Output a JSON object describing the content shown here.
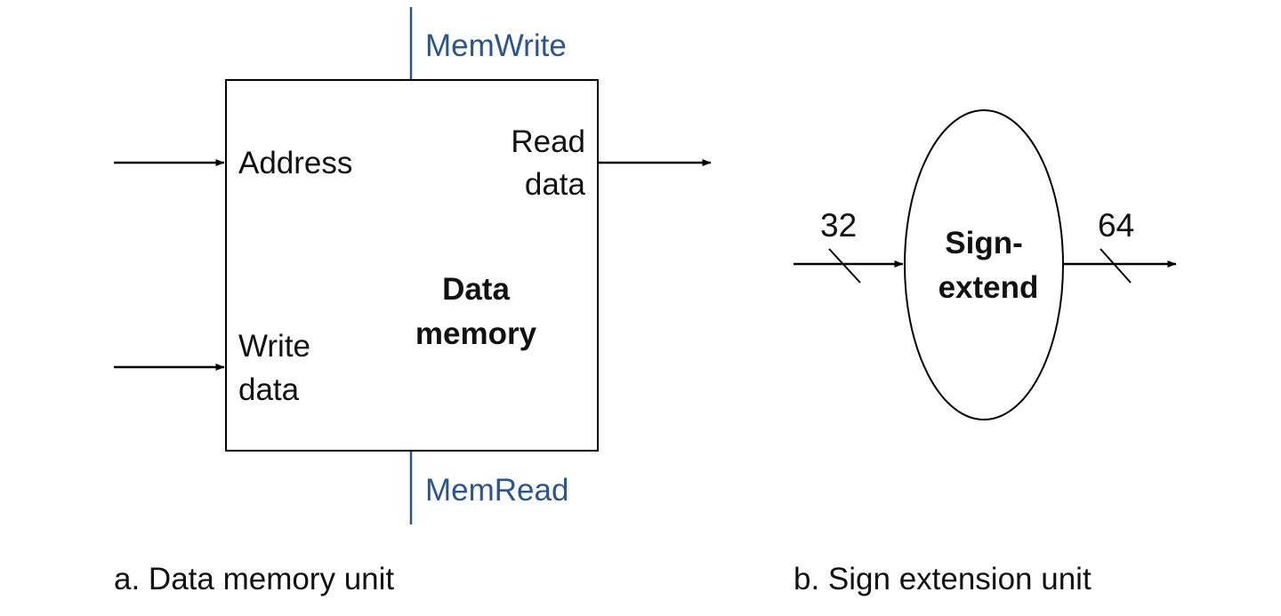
{
  "colors": {
    "line": "#000000",
    "control_signal": "#2a5592",
    "text": "#111111",
    "background": "#ffffff"
  },
  "data_memory": {
    "title_line1": "Data",
    "title_line2": "memory",
    "inputs": {
      "address": "Address",
      "write_data_line1": "Write",
      "write_data_line2": "data"
    },
    "outputs": {
      "read_data_line1": "Read",
      "read_data_line2": "data"
    },
    "control": {
      "mem_write": "MemWrite",
      "mem_read": "MemRead"
    },
    "caption": "a. Data memory unit"
  },
  "sign_extend": {
    "title_line1": "Sign-",
    "title_line2": "extend",
    "input_width": "32",
    "output_width": "64",
    "caption": "b. Sign extension unit"
  }
}
